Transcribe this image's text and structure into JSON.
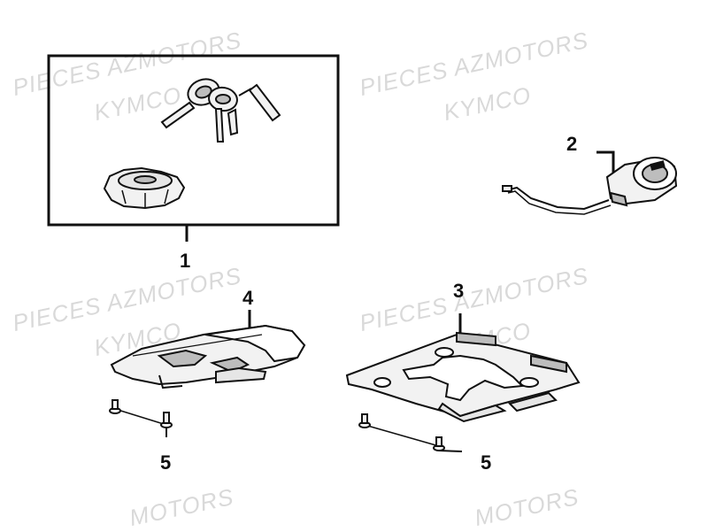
{
  "watermark": {
    "line1": "PIECES AZMOTORS",
    "line2": "KYMCO",
    "partial_bottom": "MOTORS",
    "color": "#d9d9d9"
  },
  "callouts": {
    "part1": "1",
    "part2": "2",
    "part3": "3",
    "part4": "4",
    "part5_left": "5",
    "part5_right": "5"
  },
  "parts": [
    {
      "ref": "1",
      "icon": "key-set-and-fuel-cap-icon"
    },
    {
      "ref": "2",
      "icon": "ignition-switch-icon"
    },
    {
      "ref": "3",
      "icon": "base-plate-icon"
    },
    {
      "ref": "4",
      "icon": "bracket-plate-icon"
    },
    {
      "ref": "5",
      "icon": "bolt-icon"
    }
  ],
  "colors": {
    "line": "#111111",
    "part_fill": "#f2f2f2",
    "part_shade": "#bdbdbd"
  }
}
